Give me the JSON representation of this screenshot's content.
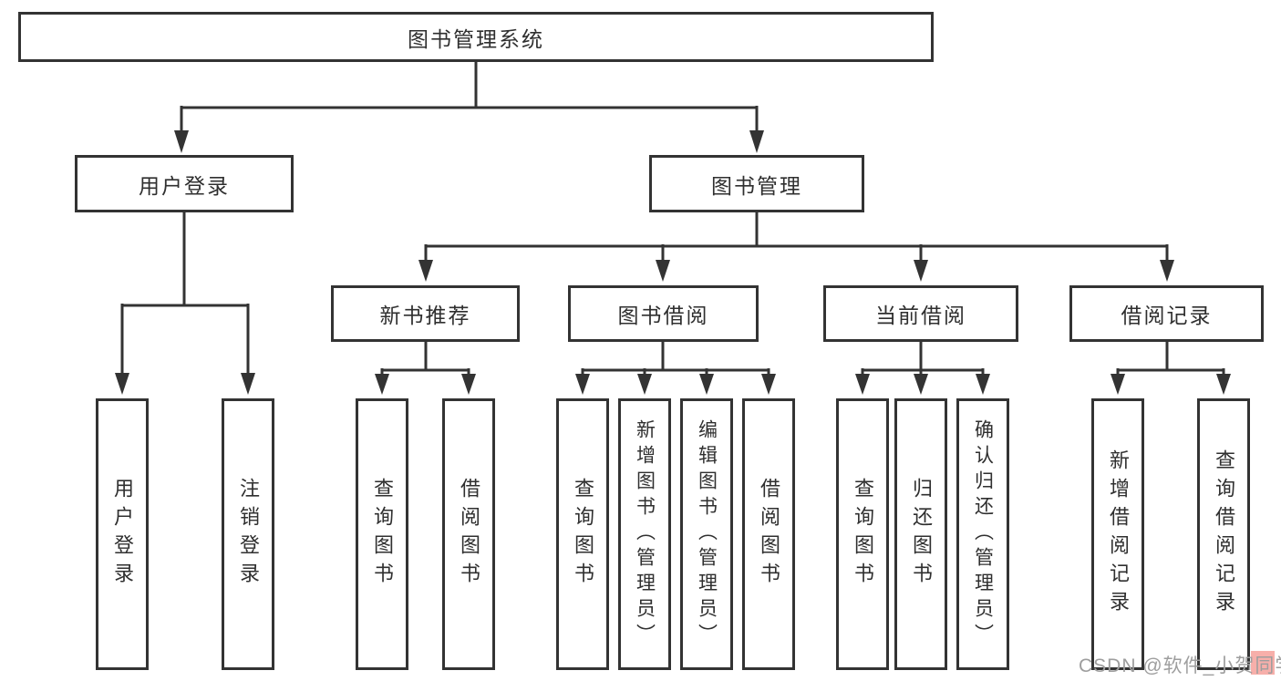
{
  "colors": {
    "line": "#333333",
    "box_border": "#333333",
    "text": "#2f2f2f",
    "background": "#ffffff",
    "watermark": "#9e9e9e",
    "watermark_accent": "#f06e64"
  },
  "tree": {
    "root": {
      "label": "图书管理系统"
    },
    "level2": [
      {
        "label": "用户登录"
      },
      {
        "label": "图书管理"
      }
    ],
    "level3": [
      {
        "label": "新书推荐"
      },
      {
        "label": "图书借阅"
      },
      {
        "label": "当前借阅"
      },
      {
        "label": "借阅记录"
      }
    ],
    "leaves": {
      "login": [
        {
          "label": "用户登录"
        },
        {
          "label": "注销登录"
        }
      ],
      "recommend": [
        {
          "label": "查询图书"
        },
        {
          "label": "借阅图书"
        }
      ],
      "borrow": [
        {
          "label": "查询图书"
        },
        {
          "label": "新增图书（管理员）"
        },
        {
          "label": "编辑图书（管理员）"
        },
        {
          "label": "借阅图书"
        }
      ],
      "current": [
        {
          "label": "查询图书"
        },
        {
          "label": "归还图书"
        },
        {
          "label": "确认归还（管理员）"
        }
      ],
      "records": [
        {
          "label": "新增借阅记录"
        },
        {
          "label": "查询借阅记录"
        }
      ]
    }
  },
  "watermark": {
    "text": "CSDN @软件_小贺同学"
  }
}
